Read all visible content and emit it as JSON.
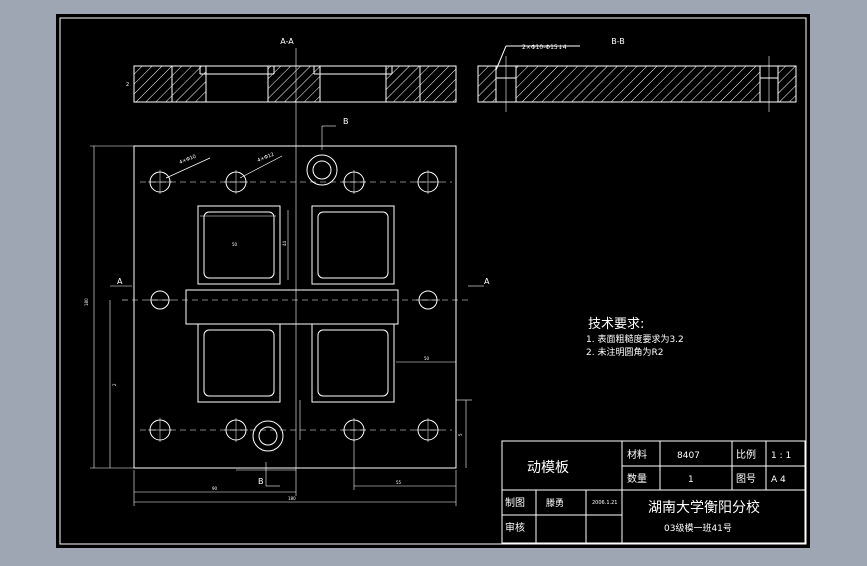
{
  "section_labels": {
    "aa": "A-A",
    "bb": "B-B"
  },
  "cut_markers": {
    "a_left": "A",
    "a_right": "A",
    "b_top": "B",
    "b_bottom": "B"
  },
  "hole_callouts": {
    "bb_hole": "2×Φ10-Φ15↓4",
    "hole_4": "4×Φ10",
    "hole_4b": "4×Φ12"
  },
  "technical_requirements": {
    "heading": "技术要求:",
    "items": [
      "1. 表面粗糙度要求为3.2",
      "2. 未注明圆角为R2"
    ]
  },
  "title_block": {
    "part_name": "动模板",
    "material_label": "材料",
    "material_value": "8407",
    "scale_label": "比例",
    "scale_value": "1 : 1",
    "quantity_label": "数量",
    "quantity_value": "1",
    "drawing_no_label": "图号",
    "drawing_no_value": "A 4",
    "drawn_label": "制图",
    "drawn_by": "滕勇",
    "drawn_date": "2006.1.21",
    "reviewed_label": "审核",
    "school": "湖南大学衡阳分校",
    "class_info": "03级模一班41号"
  },
  "colors": {
    "background": "#9da6b2",
    "sheet": "#000000",
    "line": "#ffffff"
  }
}
